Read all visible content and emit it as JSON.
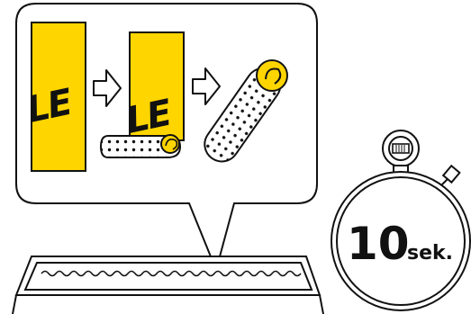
{
  "illustration": {
    "panel_brand_text": "LE",
    "timer": {
      "number": "10",
      "unit": "sek."
    }
  },
  "colors": {
    "label_yellow": "#FFD500",
    "ink": "#111111",
    "background": "#FFFFFF"
  }
}
